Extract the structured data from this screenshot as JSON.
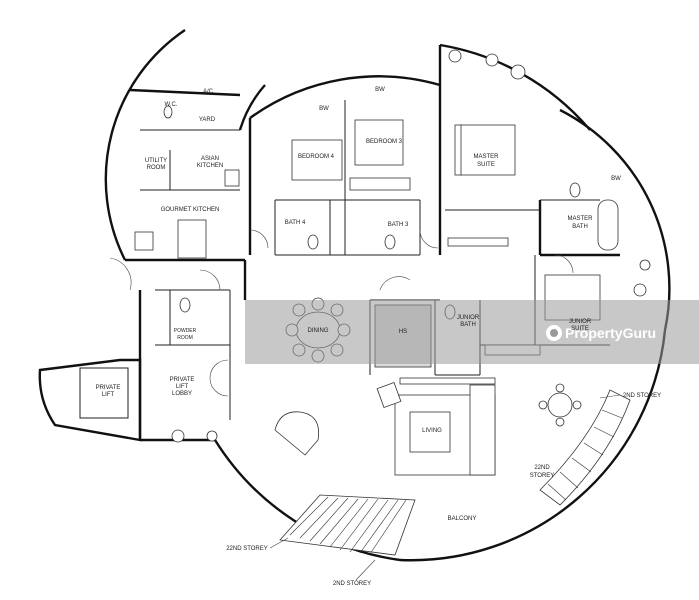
{
  "rooms": {
    "ac": "A/C",
    "wc": "W.C.",
    "yard": "YARD",
    "utility_room": [
      "UTILITY",
      "ROOM"
    ],
    "asian_kitchen": [
      "ASIAN",
      "KITCHEN"
    ],
    "gourmet_kitchen": "GOURMET KITCHEN",
    "bedroom4": "BEDROOM 4",
    "bedroom3": "BEDROOM 3",
    "bw_top_left": "BW",
    "bw_top_right": "BW",
    "bw_master": "BW",
    "master_suite": [
      "MASTER",
      "SUITE"
    ],
    "master_bath": [
      "MASTER",
      "BATH"
    ],
    "bath4": "BATH 4",
    "bath3": "BATH 3",
    "dining": "DINING",
    "hs": "HS",
    "junior_bath": [
      "JUNIOR",
      "BATH"
    ],
    "junior_suite": [
      "JUNIOR",
      "SUITE"
    ],
    "powder_room": [
      "POWDER",
      "ROOM"
    ],
    "private_lift": [
      "PRIVATE",
      "LIFT"
    ],
    "private_lift_lobby": [
      "PRIVATE",
      "LIFT",
      "LOBBY"
    ],
    "living": "LIVING",
    "balcony": "BALCONY"
  },
  "annotations": {
    "storey_2nd_right": "2ND STOREY",
    "storey_22nd_right": [
      "22ND",
      "STOREY"
    ],
    "storey_22nd_bottom": "22ND STOREY",
    "storey_2nd_bottom": "2ND STOREY"
  },
  "watermark": {
    "brand_prefix": "Property",
    "brand_suffix": "Guru",
    "icon": "propertyguru-logo-icon"
  }
}
